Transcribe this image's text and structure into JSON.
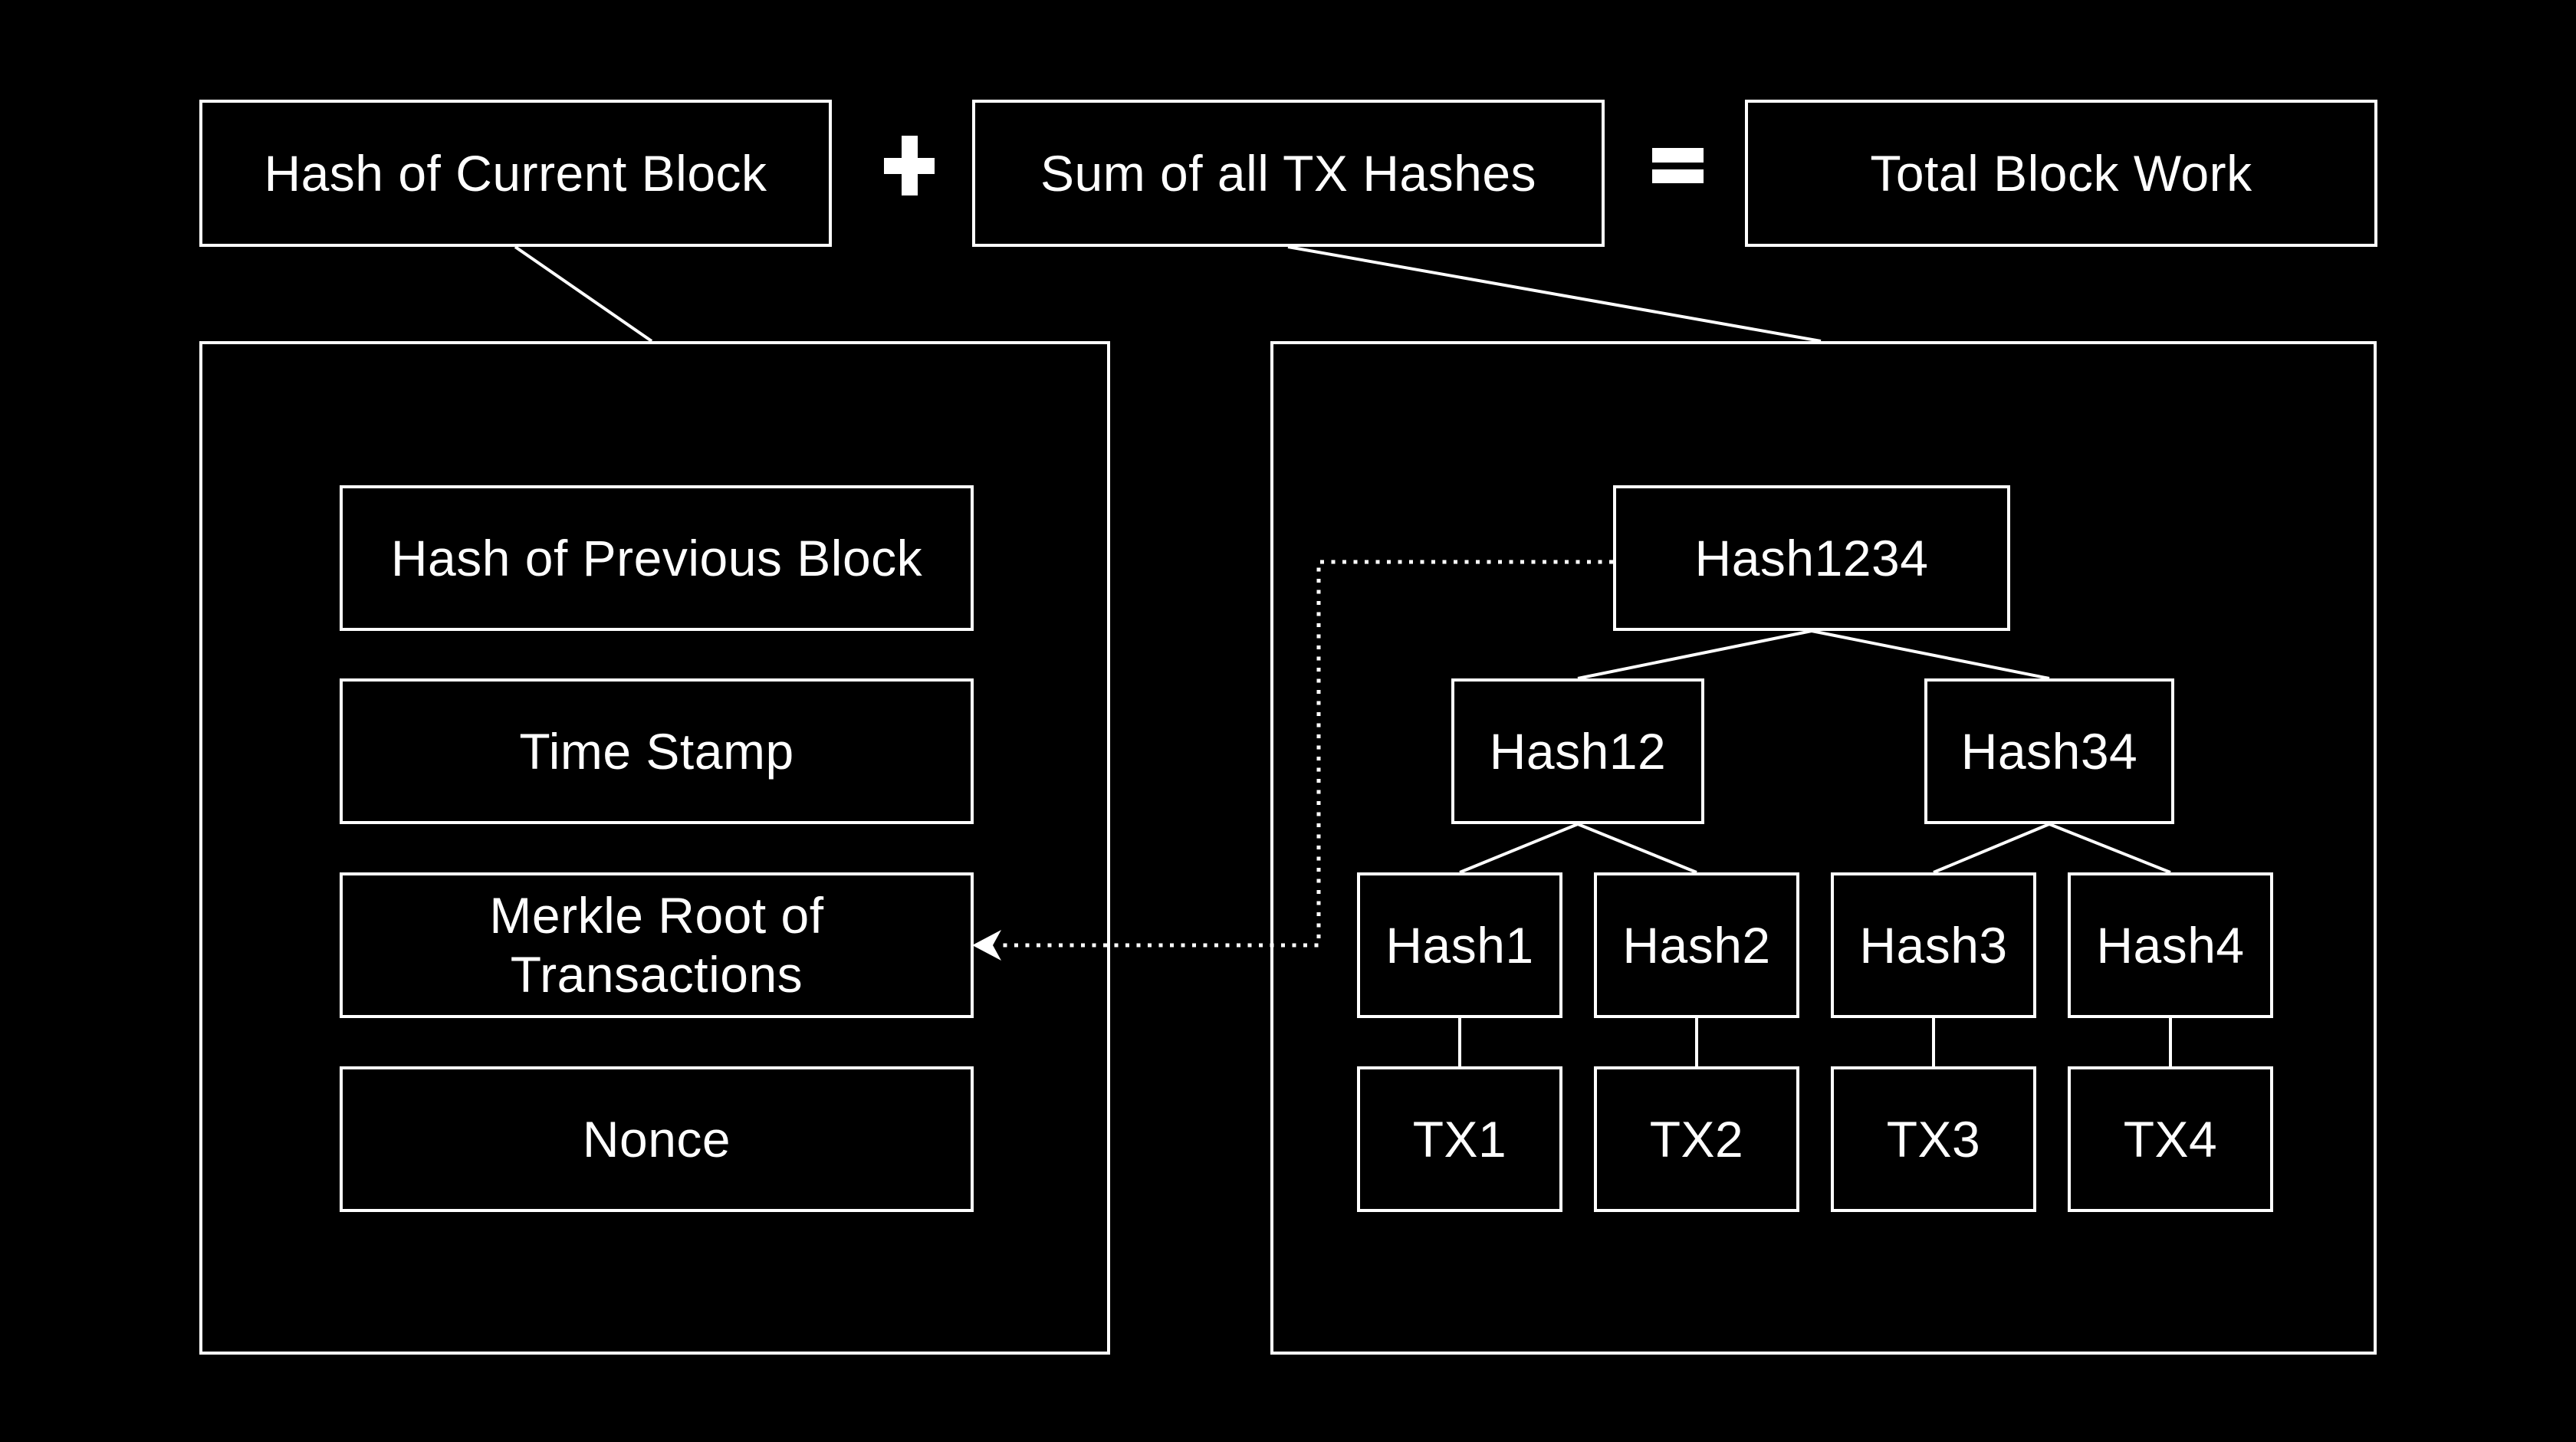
{
  "colors": {
    "background": "#000000",
    "foreground": "#ffffff"
  },
  "equation": {
    "current_block": "Hash of Current Block",
    "plus": "+",
    "tx_sum": "Sum of all TX Hashes",
    "equals": "=",
    "total": "Total Block Work"
  },
  "block_header": {
    "fields": [
      {
        "label": "Hash of Previous Block"
      },
      {
        "label": "Time Stamp"
      },
      {
        "label": "Merkle Root of\nTransactions"
      },
      {
        "label": "Nonce"
      }
    ]
  },
  "merkle_tree": {
    "root": {
      "label": "Hash1234"
    },
    "level2": [
      {
        "label": "Hash12"
      },
      {
        "label": "Hash34"
      }
    ],
    "level3": [
      {
        "label": "Hash1"
      },
      {
        "label": "Hash2"
      },
      {
        "label": "Hash3"
      },
      {
        "label": "Hash4"
      }
    ],
    "transactions": [
      {
        "label": "TX1"
      },
      {
        "label": "TX2"
      },
      {
        "label": "TX3"
      },
      {
        "label": "TX4"
      }
    ]
  }
}
